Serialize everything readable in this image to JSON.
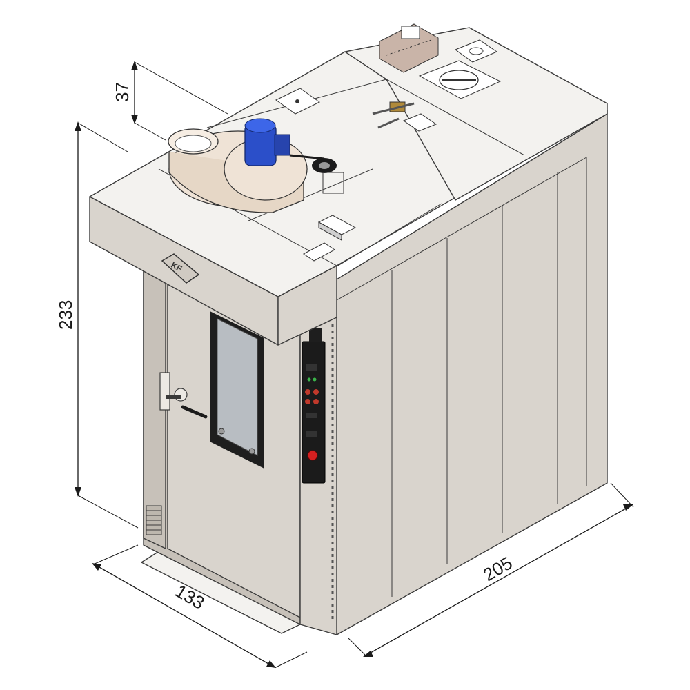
{
  "diagram": {
    "dimensions": {
      "height_total": "233",
      "height_top": "37",
      "depth": "133",
      "width": "205"
    },
    "colors": {
      "body": "#d9d4cd",
      "top": "#f3f2ef",
      "motor": "#2b4fc9",
      "control_panel": "#1b1b1b",
      "stop_button": "#d42020"
    }
  }
}
